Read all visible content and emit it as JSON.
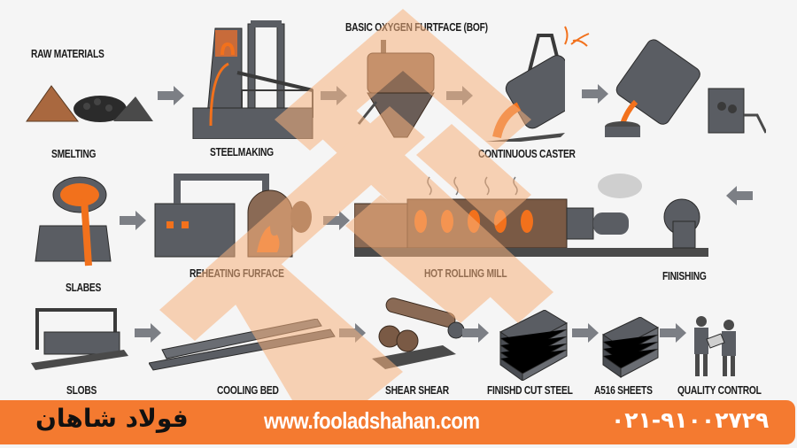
{
  "diagram": {
    "title": "Steel production process",
    "steps": {
      "raw_materials": "RAW MATERIALS",
      "smelting": "SMELTING",
      "steelmaking": "STEELMAKING",
      "bof": "BASIC OXYGEN FURTFACE (BOF)",
      "continuous_caster": "CONTINUOUS CASTER",
      "slabes": "SLABES",
      "reheating_furface": "REHEATING FURFACE",
      "hot_rolling_mill": "HOT ROLLING MILL",
      "finishing": "FINISHING",
      "slobs": "SLOBS",
      "cooling_bed": "COOLING BED",
      "shear_shear": "SHEAR SHEAR",
      "finished_cut_steel": "FINISHD CUT STEEL",
      "a516_sheets": "A516 SHEETS",
      "quality_control": "QUALITY CONTROL"
    },
    "colors": {
      "machine_gray": "#5a5d63",
      "molten_orange": "#f2711c",
      "arrow_gray": "#7c7f85",
      "watermark": "#f7b27e"
    }
  },
  "footer": {
    "brand_name": "فولاد شاهان",
    "website": "www.fooladshahan.com",
    "phone": "۰۲۱-۹۱۰۰۲۷۲۹",
    "background_color": "#f47a30"
  }
}
